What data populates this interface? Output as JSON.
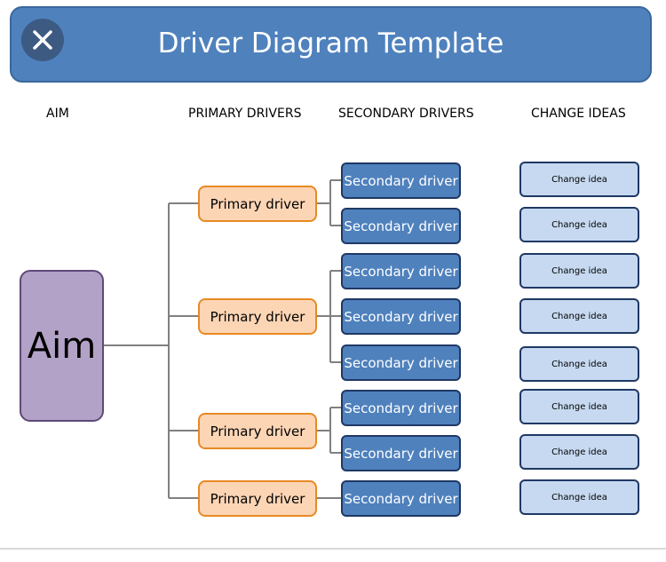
{
  "header": {
    "title": "Driver Diagram Template",
    "close_icon": "close-icon"
  },
  "columns": {
    "aim": "AIM",
    "primary": "PRIMARY DRIVERS",
    "secondary": "SECONDARY DRIVERS",
    "ideas": "CHANGE IDEAS"
  },
  "aim": {
    "label": "Aim"
  },
  "primary_drivers": [
    {
      "label": "Primary driver"
    },
    {
      "label": "Primary driver"
    },
    {
      "label": "Primary driver"
    },
    {
      "label": "Primary driver"
    }
  ],
  "secondary_drivers": [
    {
      "label": "Secondary driver"
    },
    {
      "label": "Secondary driver"
    },
    {
      "label": "Secondary driver"
    },
    {
      "label": "Secondary driver"
    },
    {
      "label": "Secondary driver"
    },
    {
      "label": "Secondary driver"
    },
    {
      "label": "Secondary driver"
    },
    {
      "label": "Secondary driver"
    }
  ],
  "change_ideas": [
    {
      "label": "Change idea"
    },
    {
      "label": "Change idea"
    },
    {
      "label": "Change idea"
    },
    {
      "label": "Change idea"
    },
    {
      "label": "Change idea"
    },
    {
      "label": "Change idea"
    },
    {
      "label": "Change idea"
    },
    {
      "label": "Change idea"
    }
  ],
  "colors": {
    "header": "#4f81bd",
    "aim": "#b3a2c7",
    "primary": "#fcd5b5",
    "primary_border": "#e88a24",
    "secondary": "#4f81bd",
    "idea": "#c6d9f1",
    "connector": "#808080"
  }
}
